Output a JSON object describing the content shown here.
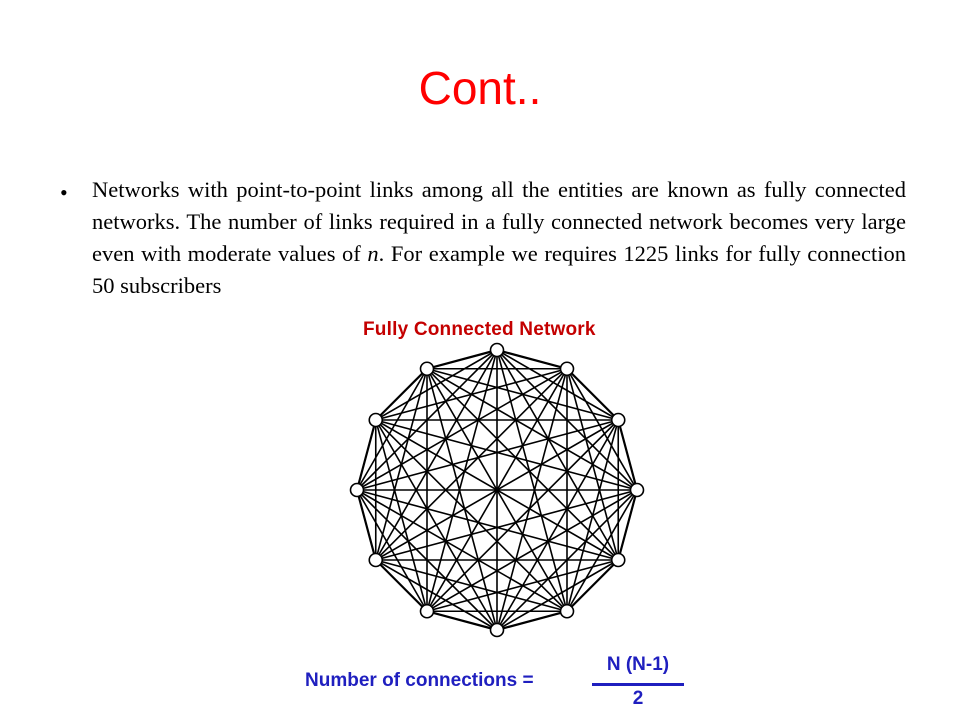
{
  "slide": {
    "title": "Cont..",
    "bullet_symbol": "•",
    "bullet_text_1": "Networks with point-to-point links among all the entities are known as fully connected networks. The number of links required  in a fully connected network becomes very large even with moderate values of ",
    "bullet_italic": "n",
    "bullet_text_2": ". For example we requires 1225 links for fully connection 50 subscribers"
  },
  "figure": {
    "title": "Fully Connected Network",
    "node_count": 12,
    "formula": {
      "label": "Number of connections =",
      "numerator": "N (N-1)",
      "denominator": "2"
    }
  },
  "colors": {
    "title": "#ff0000",
    "figure_title": "#c40000",
    "formula": "#1f1fbf",
    "lines": "#000000"
  }
}
